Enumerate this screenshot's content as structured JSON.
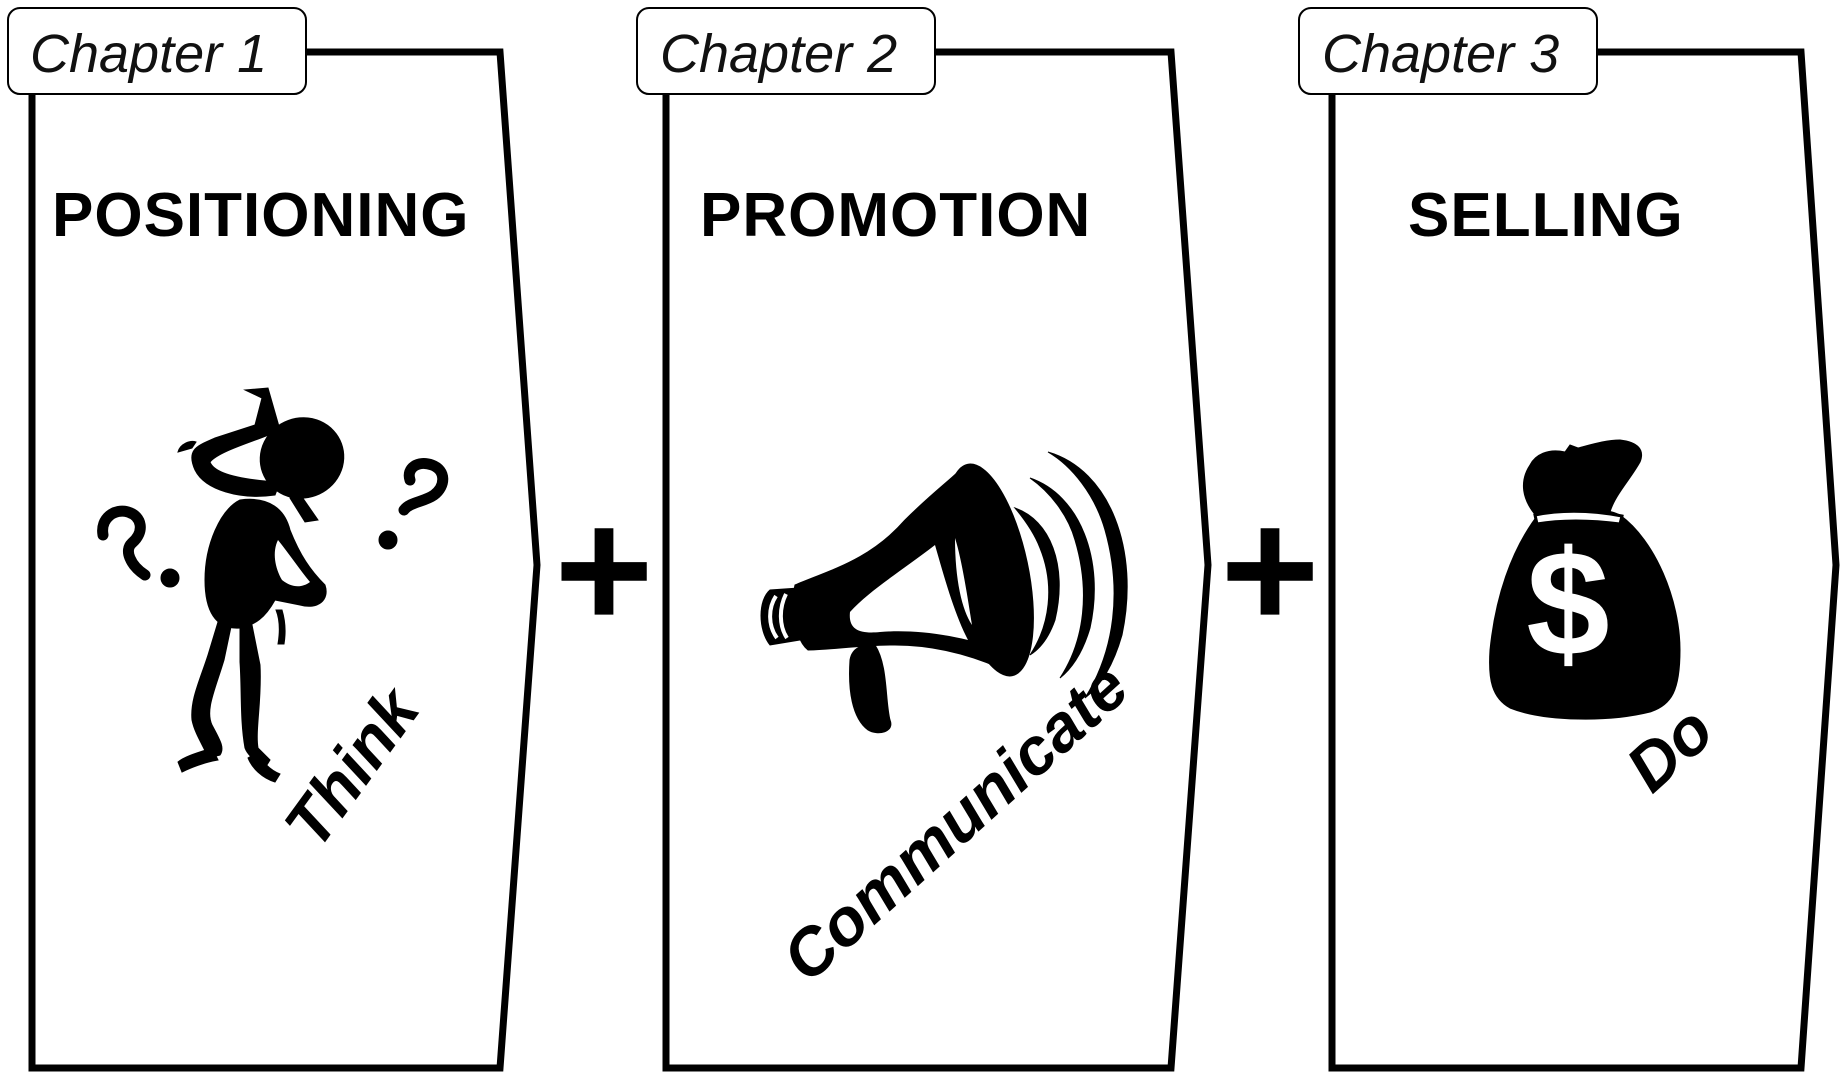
{
  "chapters": [
    {
      "tab": "Chapter 1",
      "title": "POSITIONING",
      "verb": "Think",
      "icon": "thinking-person-icon"
    },
    {
      "tab": "Chapter 2",
      "title": "PROMOTION",
      "verb": "Communicate",
      "icon": "megaphone-icon"
    },
    {
      "tab": "Chapter 3",
      "title": "SELLING",
      "verb": "Do",
      "icon": "money-bag-icon"
    }
  ],
  "connectors": [
    "+",
    "+"
  ],
  "colors": {
    "line": "#000000",
    "background": "#ffffff"
  }
}
